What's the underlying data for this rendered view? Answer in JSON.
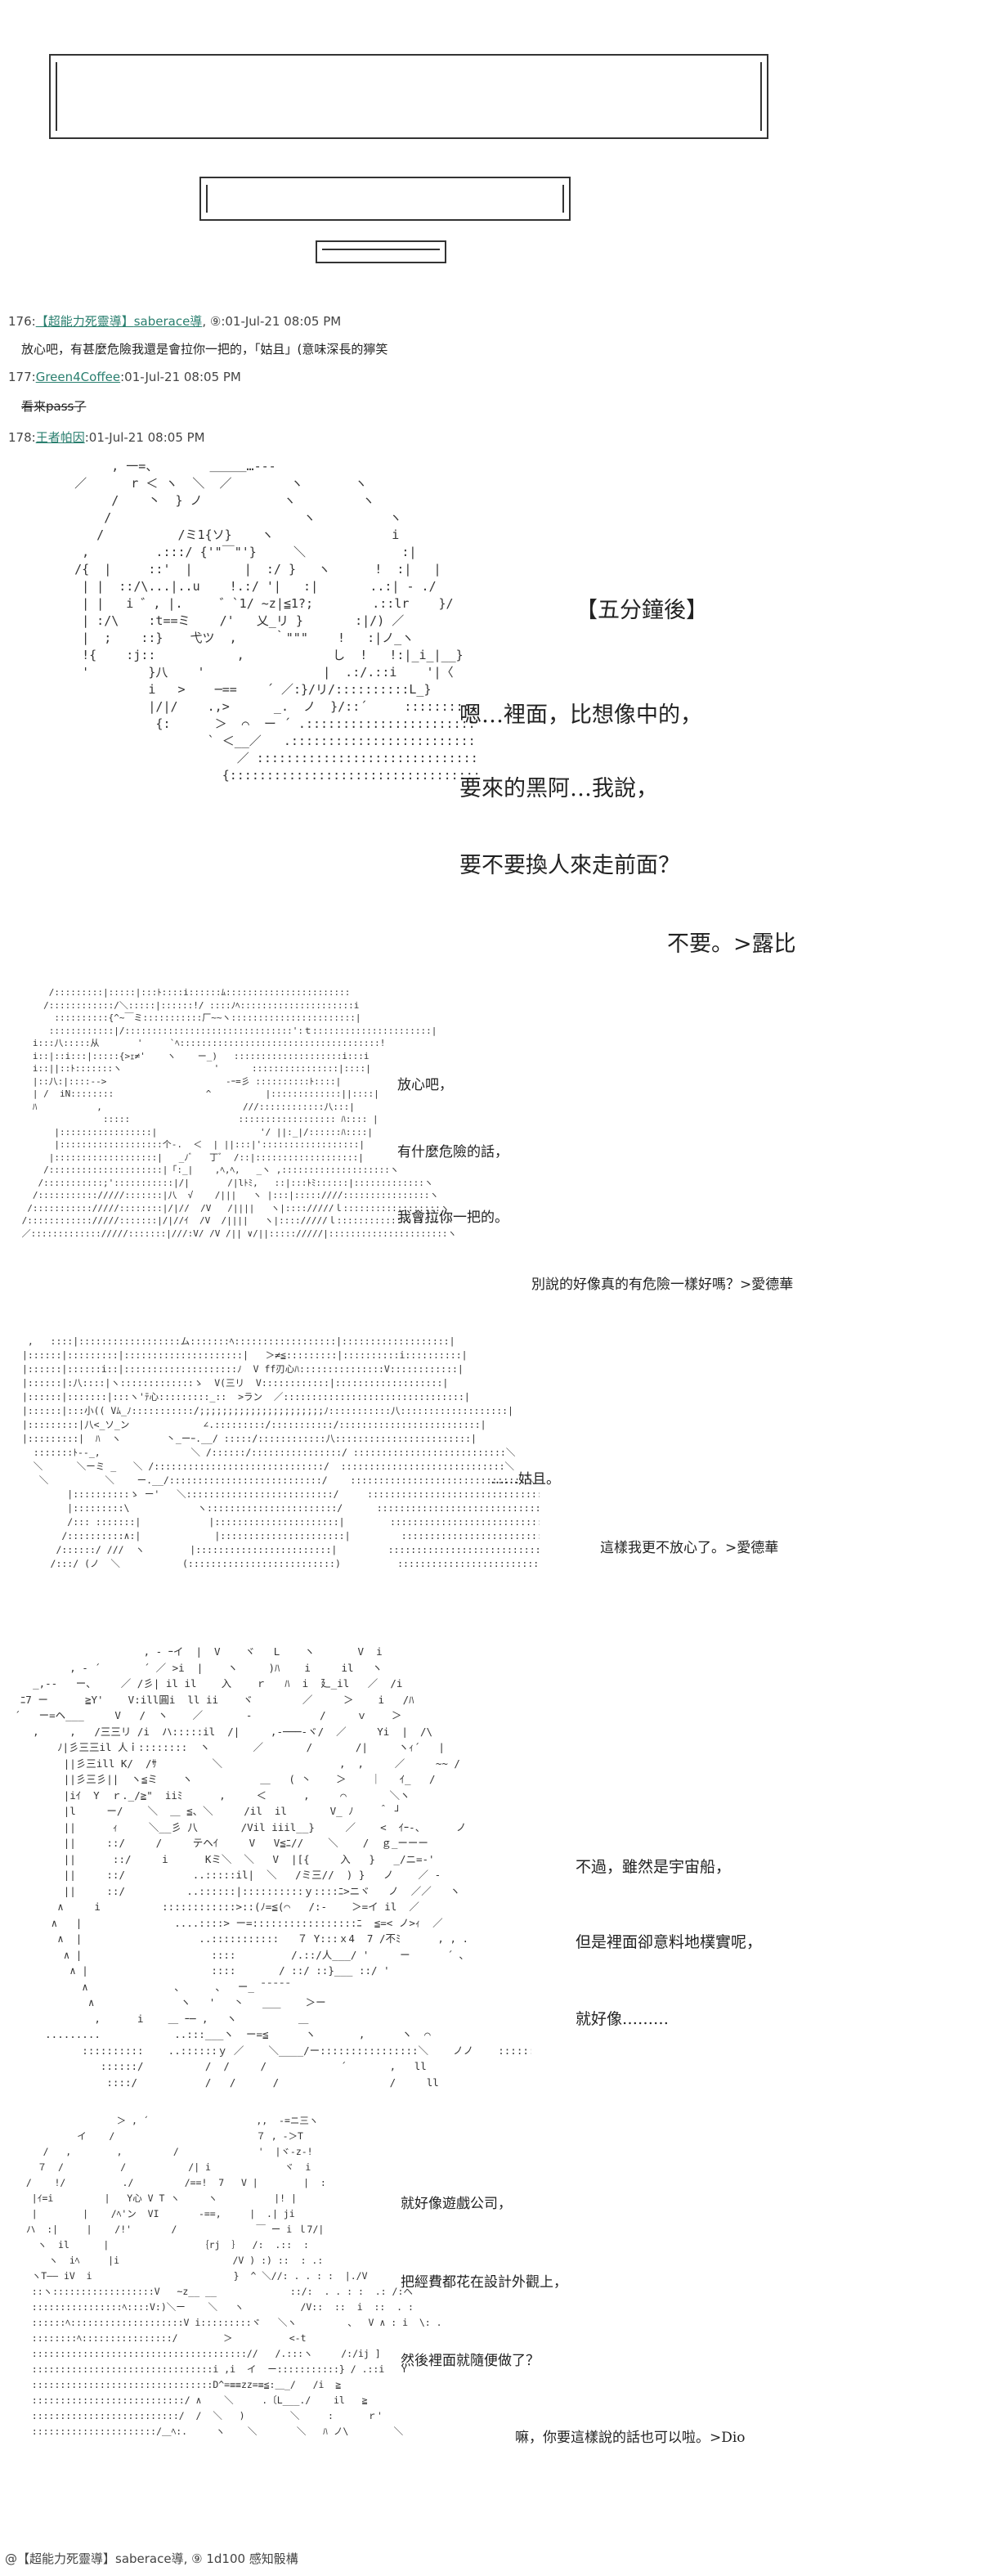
{
  "posts": [
    {
      "number": "176",
      "name": "【超能力死靈導】",
      "handle": "saberace導",
      "icon_label": "⑨",
      "timestamp": ":01-Jul-21 08:05 PM",
      "body": "放心吧，有甚麼危險我還是會拉你一把的，「姑且」(意味深長的獰笑"
    },
    {
      "number": "177",
      "name": "Green4Coffee",
      "timestamp": ":01-Jul-21 08:05 PM",
      "body": "看來pass了"
    },
    {
      "number": "178",
      "name": "王者帕因",
      "timestamp": ":01-Jul-21 08:05 PM"
    }
  ],
  "panel1": {
    "title": "【五分鐘後】",
    "lines": [
      "嗯…裡面，比想像中的，",
      "要來的黑阿…我說，",
      "要不要換人來走前面？"
    ],
    "reply": "不要。>露比"
  },
  "panel2": {
    "lines": [
      "放心吧，",
      "有什麼危險的話，",
      "我會拉你一把的。"
    ],
    "reply": "別說的好像真的有危險一樣好嗎？>愛德華"
  },
  "panel3": {
    "line": "……姑且。",
    "reply": "這樣我更不放心了。>愛德華"
  },
  "panel4": {
    "lines": [
      "不過，雖然是宇宙船，",
      "但是裡面卻意料地樸實呢，",
      "就好像………"
    ]
  },
  "panel5": {
    "lines": [
      "就好像遊戲公司，",
      "把經費都花在設計外觀上，",
      "然後裡面就隨便做了？"
    ],
    "reply": "嘛，你要這樣說的話也可以啦。>Dio"
  },
  "footer": {
    "text": "@【超能力死靈導】saberace導, ⑨ 1d100 感知骰構"
  }
}
